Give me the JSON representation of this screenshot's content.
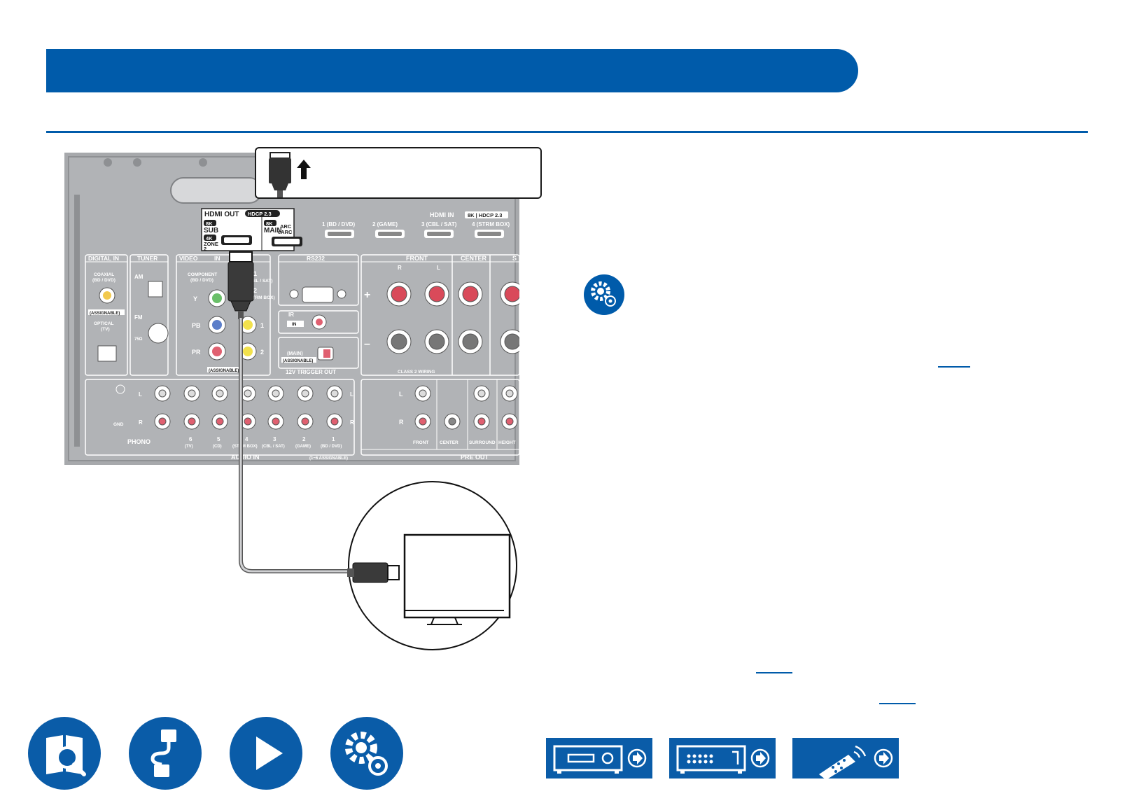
{
  "rear_panel": {
    "hdmi_out": {
      "title": "HDMI OUT",
      "hdcp": "HDCP 2.3",
      "sub_badge": "8K",
      "sub": "SUB",
      "zone_badge": "4K",
      "zone": "ZONE",
      "zone_num": "2",
      "main_badge": "8K",
      "main": "MAIN",
      "arc": "ARC",
      "earc": "eARC"
    },
    "hdmi_in": {
      "title": "HDMI IN",
      "spec": "8K | HDCP 2.3",
      "ports": [
        "1 (BD / DVD)",
        "2 (GAME)",
        "3 (CBL / SAT)",
        "4 (STRM BOX)"
      ]
    },
    "digital_in": {
      "title": "DIGITAL IN",
      "coaxial": "COAXIAL",
      "coaxial_src": "(BD / DVD)",
      "assignable": "(ASSIGNABLE)",
      "optical": "OPTICAL",
      "optical_src": "(TV)"
    },
    "tuner": {
      "title": "TUNER",
      "am": "AM",
      "fm": "FM",
      "ohm": "75Ω"
    },
    "video_in": {
      "title": "VIDEO",
      "in": "IN",
      "component": "COMPONENT",
      "component_src": "(BD / DVD)",
      "y": "Y",
      "pb": "PB",
      "pr": "PR",
      "one": "1",
      "one_src": "(CBL / SAT)",
      "two": "2",
      "two_src": "(STRM BOX)",
      "composite_1": "1",
      "composite_2": "2",
      "assignable": "(ASSIGNABLE)"
    },
    "rs232": {
      "title": "RS232"
    },
    "ir": {
      "title": "IR",
      "in": "IN"
    },
    "trigger": {
      "main": "(MAIN)",
      "assignable": "(ASSIGNABLE)",
      "title": "12V TRIGGER OUT"
    },
    "speakers": {
      "front": "FRONT",
      "center": "CENTER",
      "surround_cut": "S",
      "r": "R",
      "l": "L",
      "plus": "+",
      "minus": "–",
      "wiring": "CLASS 2 WIRING"
    },
    "audio_in": {
      "l": "L",
      "r": "R",
      "gnd": "GND",
      "phono": "PHONO",
      "numbers": [
        "6",
        "5",
        "4",
        "3",
        "2",
        "1"
      ],
      "sources": [
        "(TV)",
        "(CD)",
        "(STRM BOX)",
        "(CBL / SAT)",
        "(GAME)",
        "(BD / DVD)"
      ],
      "title": "AUDIO IN",
      "assignable": "(1~6 ASSIGNABLE)"
    },
    "pre_out": {
      "l": "L",
      "r": "R",
      "labels": [
        "FRONT",
        "CENTER",
        "SURROUND",
        "HEIGHT"
      ],
      "title": "PRE OUT"
    }
  },
  "colors": {
    "brand_blue": "#005baa",
    "panel_gray": "#a7a9ac"
  },
  "nav_icons": [
    "manual-search-icon",
    "connections-icon",
    "playback-icon",
    "settings-icon"
  ],
  "device_icons": [
    "av-receiver-front-icon",
    "av-receiver-rear-icon",
    "remote-control-icon"
  ]
}
